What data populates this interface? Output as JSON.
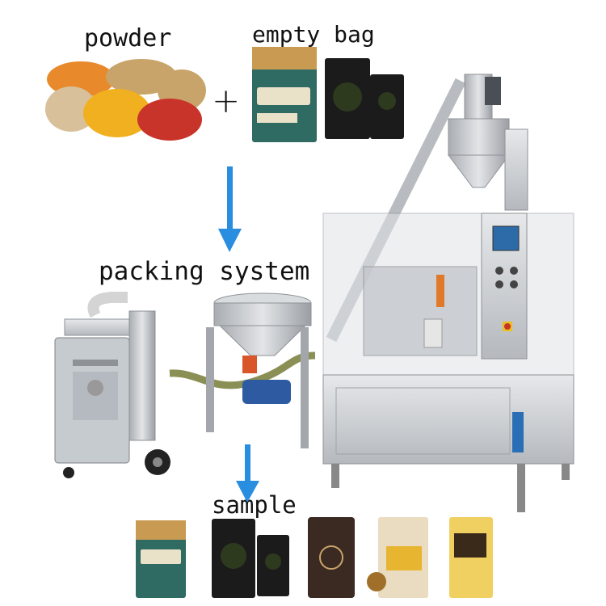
{
  "labels": {
    "powder": "powder",
    "empty_bag": "empty bag",
    "plus": "+",
    "packing_system": "packing system",
    "sample": "sample"
  },
  "colors": {
    "arrow": "#2a8ee0",
    "steel": "#c9ccd0",
    "steel_dark": "#8e9297",
    "now_bag": "#2f6b63",
    "sceptre_bag": "#1b1b1b",
    "screen": "#2c6aa8",
    "powder_orange": "#e8892b",
    "powder_yellow": "#f0b020",
    "powder_red": "#c9342a",
    "powder_tan": "#c9a46a",
    "powder_beige": "#d8c09a"
  },
  "icons": [
    "arrow-down-icon",
    "plus-sign"
  ]
}
